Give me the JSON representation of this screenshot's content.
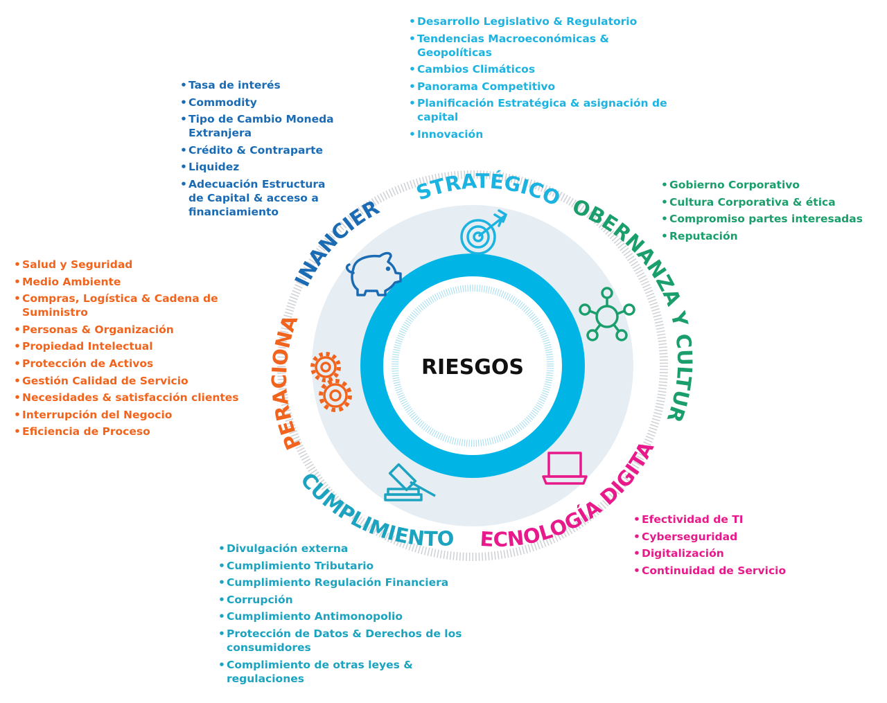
{
  "center_label": "RIESGOS",
  "categories": {
    "estrategico": {
      "label": "ESTRATÉGICO",
      "color": "#1cb3e0",
      "icon": "target-icon",
      "items": [
        "Desarrollo Legislativo & Regulatorio",
        "Tendencias Macroeconómicas & Geopolíticas",
        "Cambios Climáticos",
        "Panorama Competitivo",
        "Planificación Estratégica & asignación de capital",
        "Innovación"
      ]
    },
    "financiero": {
      "label": "FINANCIERO",
      "color": "#1a6bb3",
      "icon": "piggy-bank-icon",
      "items": [
        "Tasa de interés",
        "Commodity",
        "Tipo de Cambio Moneda Extranjera",
        "Crédito & Contraparte",
        "Liquidez",
        "Adecuación Estructura de Capital & acceso a financiamiento"
      ]
    },
    "gobernanza": {
      "label": "GOBERNANZA Y CULTURA",
      "color": "#1a9e6b",
      "icon": "network-icon",
      "items": [
        "Gobierno Corporativo",
        "Cultura Corporativa & ética",
        "Compromiso partes interesadas",
        "Reputación"
      ]
    },
    "operacional": {
      "label": "OPERACIONAL",
      "color": "#f0641e",
      "icon": "gears-icon",
      "items": [
        "Salud y Seguridad",
        "Medio Ambiente",
        "Compras, Logística & Cadena de Suministro",
        "Personas & Organización",
        "Propiedad Intelectual",
        "Protección de Activos",
        "Gestión Calidad de Servicio",
        "Necesidades & satisfacción clientes",
        "Interrupción del Negocio",
        "Eficiencia de Proceso"
      ]
    },
    "tecnologia": {
      "label": "TECNOLOGÍA DIGITAL",
      "color": "#e8198b",
      "icon": "laptop-icon",
      "items": [
        "Efectividad de TI",
        "Cyberseguridad",
        "Digitalización",
        "Continuidad de Servicio"
      ]
    },
    "cumplimiento": {
      "label": "CUMPLIMIENTO",
      "color": "#1ba3c0",
      "icon": "gavel-icon",
      "items": [
        "Divulgación externa",
        "Cumplimiento Tributario",
        "Cumplimiento Regulación Financiera",
        "Corrupción",
        "Cumplimiento Antimonopolio",
        "Protección de Datos & Derechos de los consumidores",
        "Complimiento de otras leyes & regulaciones"
      ]
    }
  }
}
